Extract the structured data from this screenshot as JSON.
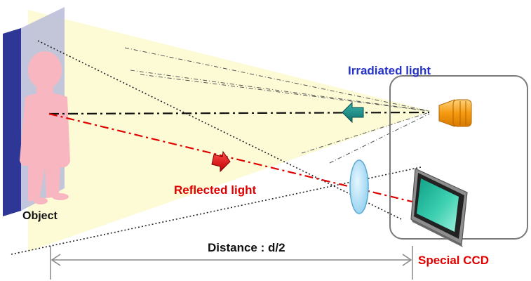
{
  "labels": {
    "irradiated_light": "Irradiated light",
    "reflected_light": "Reflected light",
    "object": "Object",
    "distance": "Distance : d/2",
    "special_ccd": "Special CCD"
  },
  "colors": {
    "light_cone": "#fdfbd6",
    "wall_front": "#2e3696",
    "wall_side": "#b9bbd8",
    "person": "#f7b6c0",
    "irradiated_text": "#2432c8",
    "reflected_text": "#e00000",
    "special_ccd_text": "#e00000",
    "teal_arrow": "#1a8f8a",
    "red_arrow": "#e00000",
    "lamp": "#f59a10",
    "lens": "#a8d8f2",
    "ccd_screen": "#1bbf9f",
    "ccd_frame": "#9a9a9a",
    "device_box": "#7a7a7a"
  }
}
